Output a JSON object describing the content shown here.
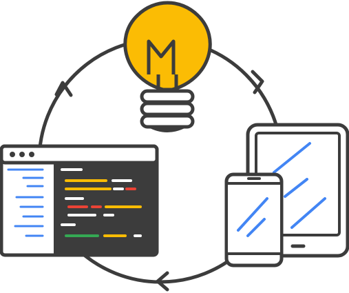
{
  "diagram": {
    "nodes": [
      {
        "id": "idea",
        "icon": "lightbulb-icon"
      },
      {
        "id": "code",
        "icon": "code-editor-window-icon"
      },
      {
        "id": "devices",
        "icon": "phone-and-tablet-icon"
      }
    ],
    "cycle_direction": "clockwise",
    "colors": {
      "outline": "#3c3c3c",
      "bulb": "#fbbc04",
      "code_background": "#3c3c3c",
      "sidebar_lines": "#4285f4",
      "screen_glare": "#4285f4",
      "code_yellow": "#fbbc04",
      "code_red": "#ea4335",
      "code_green": "#34a853",
      "code_white": "#ffffff",
      "background": "#ffffff"
    }
  }
}
